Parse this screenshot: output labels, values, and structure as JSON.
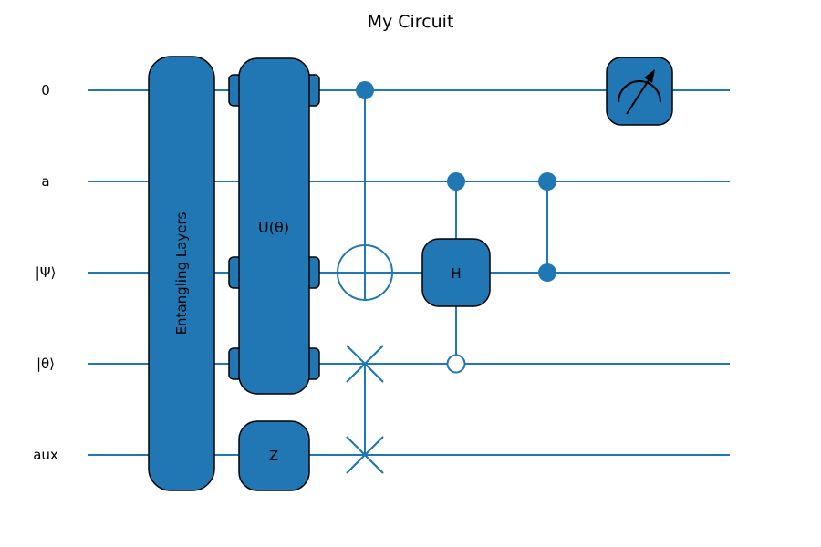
{
  "title": "My Circuit",
  "colors": {
    "gate_fill": "#2077b4",
    "wire_stroke": "#1f77b4",
    "gate_edge": "#000000",
    "background": "#ffffff",
    "label_text": "#000000"
  },
  "wires": [
    {
      "label": "0"
    },
    {
      "label": "a"
    },
    {
      "label": "|Ψ⟩"
    },
    {
      "label": "|θ⟩"
    },
    {
      "label": "aux"
    }
  ],
  "gates": {
    "entangling_layers": {
      "label": "Entangling Layers",
      "wires": [
        "0",
        "a",
        "|Ψ⟩",
        "|θ⟩",
        "aux"
      ]
    },
    "u_theta": {
      "label": "U(θ)",
      "wires": [
        "0",
        "|Ψ⟩",
        "|θ⟩"
      ]
    },
    "z": {
      "label": "Z",
      "wires": [
        "aux"
      ]
    },
    "cnot": {
      "type": "CNOT",
      "control_wire": "0",
      "target_wire": "|Ψ⟩"
    },
    "swap": {
      "type": "SWAP",
      "wires": [
        "|θ⟩",
        "aux"
      ]
    },
    "controlled_h": {
      "label": "H",
      "target_wire": "|Ψ⟩",
      "filled_control_wire": "a",
      "open_control_wire": "|θ⟩"
    },
    "cz": {
      "type": "CZ",
      "wires": [
        "a",
        "|Ψ⟩"
      ]
    },
    "measurement": {
      "type": "measure",
      "wire": "0"
    }
  }
}
